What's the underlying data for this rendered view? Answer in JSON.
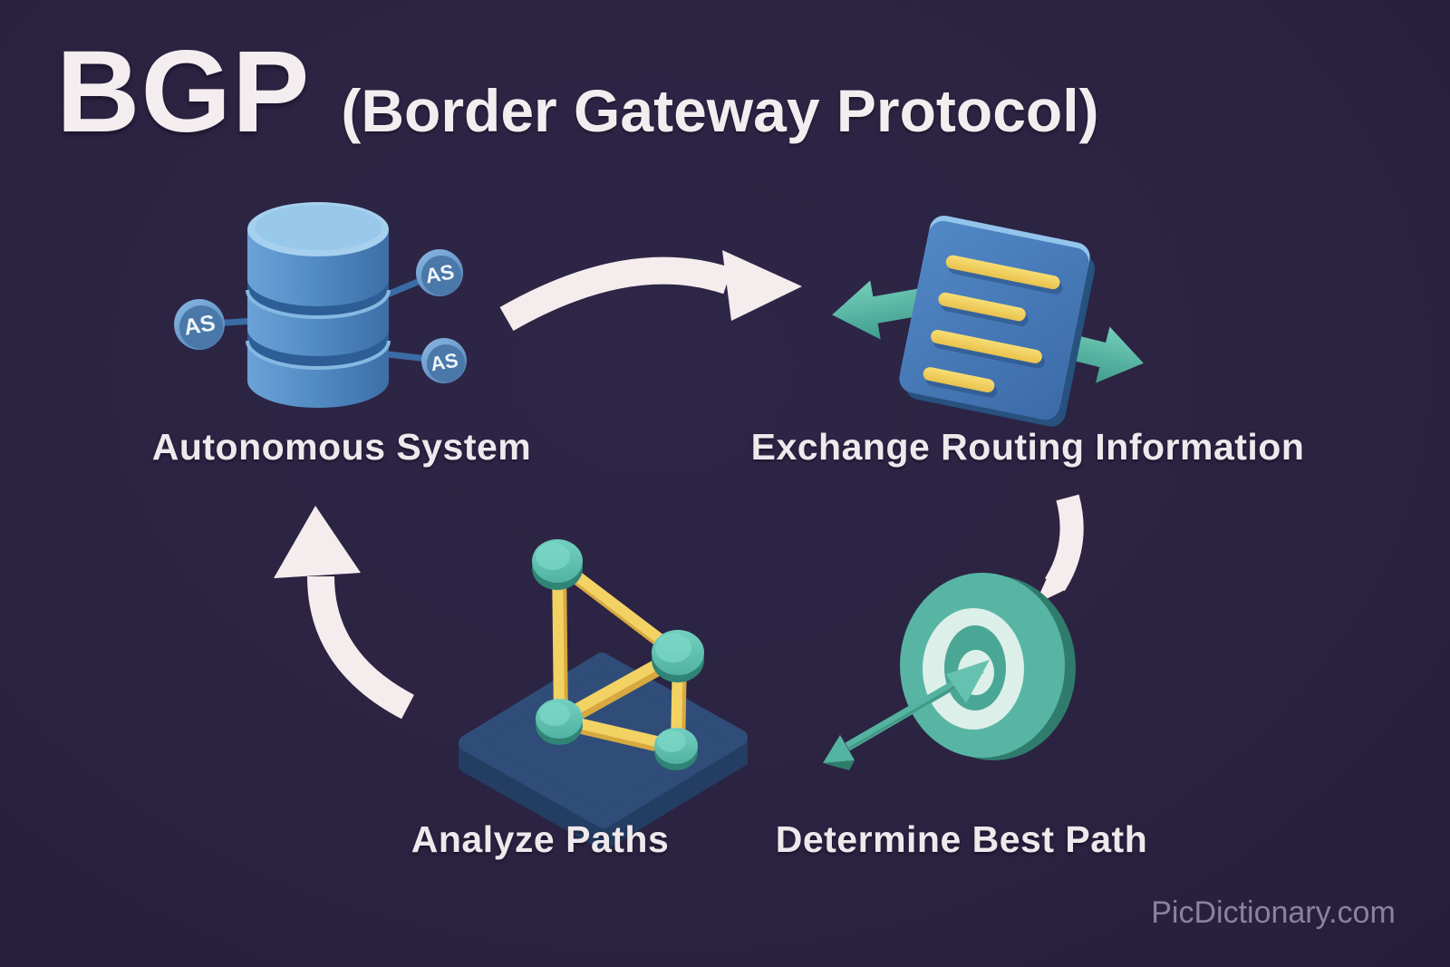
{
  "title": {
    "acronym": "BGP",
    "subtitle": "(Border Gateway Protocol)"
  },
  "steps": [
    {
      "id": "autonomous-system",
      "label": "Autonomous System",
      "icon": "database-icon"
    },
    {
      "id": "exchange-routing-information",
      "label": "Exchange Routing Information",
      "icon": "routing-document-icon"
    },
    {
      "id": "determine-best-path",
      "label": "Determine Best Path",
      "icon": "target-icon"
    },
    {
      "id": "analyze-paths",
      "label": "Analyze Paths",
      "icon": "network-graph-icon"
    }
  ],
  "badges": {
    "as_text": "AS"
  },
  "watermark": "PicDictionary.com",
  "colors": {
    "background": "#2b2341",
    "heading_text": "#f4edf0",
    "label_text": "#efe8ec",
    "watermark_text": "#8b82a0",
    "flow_arrow": "#f5eded",
    "database_blue": "#4f87c0",
    "database_top_blue": "#a6d0ed",
    "as_node_blue": "#4a78a8",
    "document_blue": "#4678b7",
    "list_line_yellow": "#f2d263",
    "exchange_arrow_teal": "#5bbfac",
    "target_teal": "#58b5a4",
    "target_ring_mint": "#ddefe9",
    "platform_navy": "#2f4d78",
    "node_teal": "#63c6b5",
    "edge_yellow": "#f3d264"
  }
}
